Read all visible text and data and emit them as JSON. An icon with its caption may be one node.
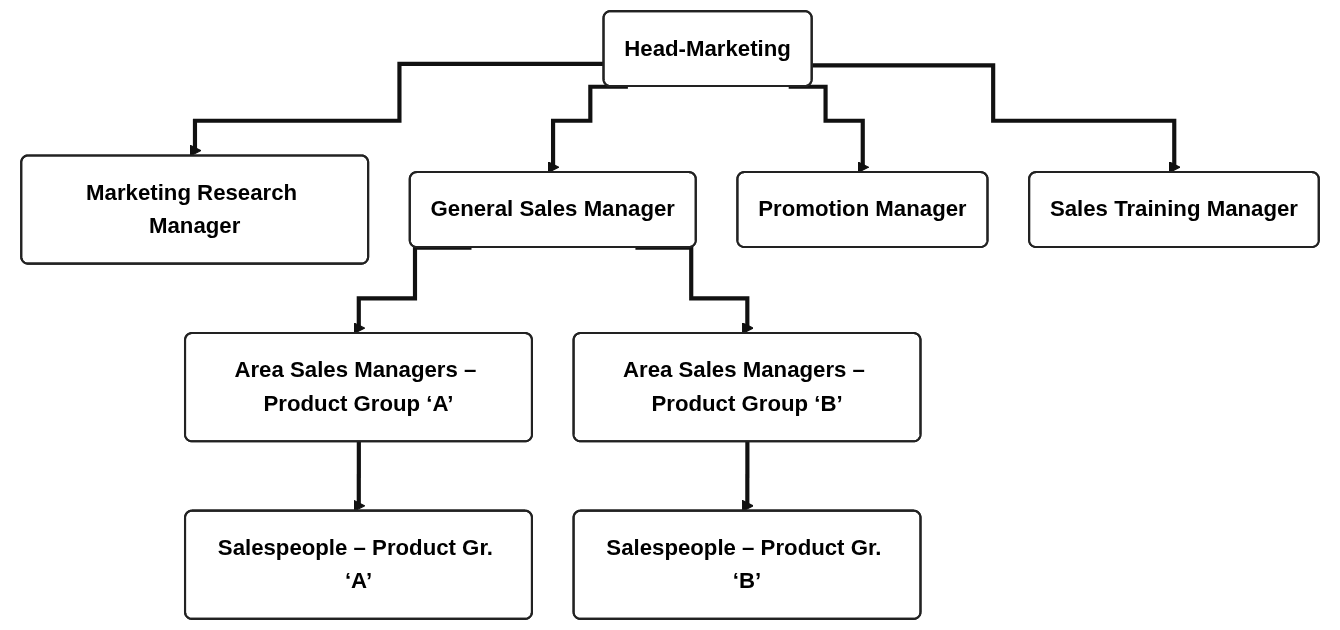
{
  "diagram": {
    "nodes": [
      {
        "text": [
          "Head-Marketing"
        ]
      },
      {
        "text": [
          "Marketing Research Manager"
        ]
      },
      {
        "text": [
          "General Sales Manager"
        ]
      },
      {
        "text": [
          "Promotion Manager"
        ]
      },
      {
        "text": [
          "Sales Training Manager"
        ]
      },
      {
        "text": [
          "Area Sales Managers – Product Group ‘A’"
        ]
      },
      {
        "text": [
          "Area Sales Managers – Product Group ‘B’"
        ]
      },
      {
        "text": [
          "Salespeople – Product Gr. ‘A’"
        ]
      },
      {
        "text": [
          "Salespeople – Product Gr. ‘B’"
        ]
      }
    ],
    "edges": [
      {
        "from": 0,
        "to": 1,
        "arrow": "to"
      },
      {
        "from": 0,
        "to": 2,
        "arrow": "to"
      },
      {
        "from": 0,
        "to": 3,
        "arrow": "to"
      },
      {
        "from": 0,
        "to": 4,
        "arrow": "to"
      },
      {
        "from": 2,
        "to": 5,
        "arrow": "to"
      },
      {
        "from": 2,
        "to": 6,
        "arrow": "to"
      },
      {
        "from": 5,
        "to": 7,
        "arrow": "to"
      },
      {
        "from": 6,
        "to": 8,
        "arrow": "to"
      }
    ]
  }
}
